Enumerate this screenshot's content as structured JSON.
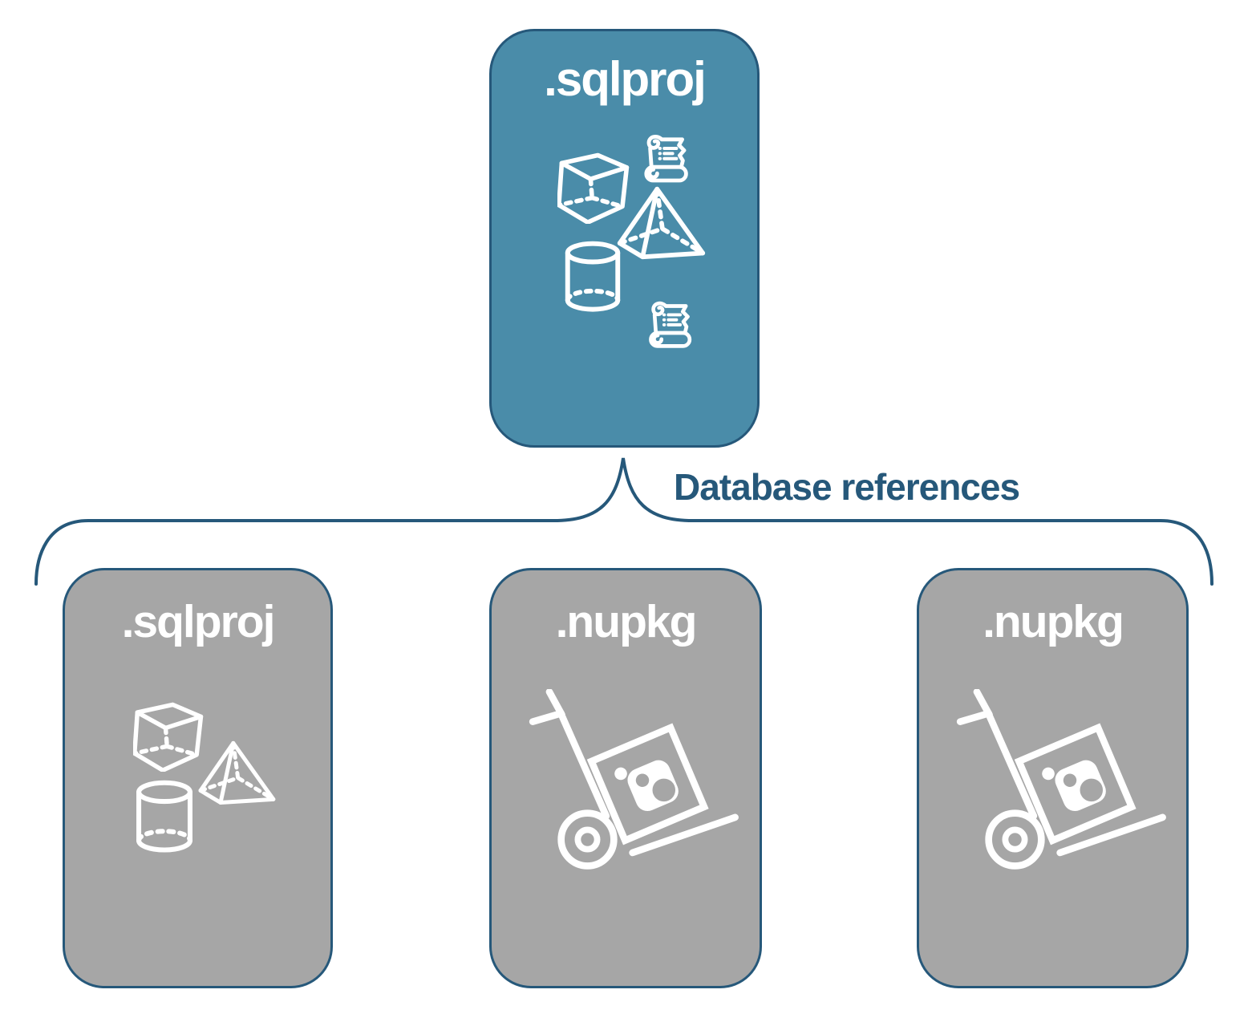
{
  "page": {
    "background": "#FFFFFF"
  },
  "colors": {
    "accent_blue": "#4A8CA9",
    "outline_navy": "#26587A",
    "box_gray": "#A6A6A6",
    "icon_white": "#FFFFFF"
  },
  "root_box": {
    "label": ".sqlproj",
    "icons": [
      "cube-icon",
      "scroll-icon",
      "pyramid-icon",
      "cylinder-icon",
      "scroll-icon"
    ]
  },
  "connector": {
    "label": "Database references"
  },
  "child_boxes": [
    {
      "label": ".sqlproj",
      "icons": [
        "cube-icon",
        "pyramid-icon",
        "cylinder-icon"
      ]
    },
    {
      "label": ".nupkg",
      "icons": [
        "handtruck-package-icon"
      ]
    },
    {
      "label": ".nupkg",
      "icons": [
        "handtruck-package-icon"
      ]
    }
  ]
}
